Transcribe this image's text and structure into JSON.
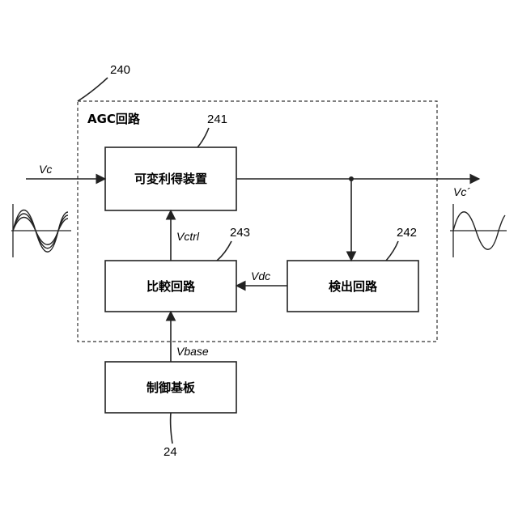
{
  "container": {
    "ref": "240",
    "label": "AGC回路"
  },
  "blocks": {
    "variable_gain": {
      "ref": "241",
      "label": "可変利得装置"
    },
    "detector": {
      "ref": "242",
      "label": "検出回路"
    },
    "comparator": {
      "ref": "243",
      "label": "比較回路"
    },
    "control_board": {
      "ref": "24",
      "label": "制御基板"
    }
  },
  "signals": {
    "input": "Vc",
    "output": "Vc´",
    "control": "Vctrl",
    "detected": "Vdc",
    "base": "Vbase"
  }
}
